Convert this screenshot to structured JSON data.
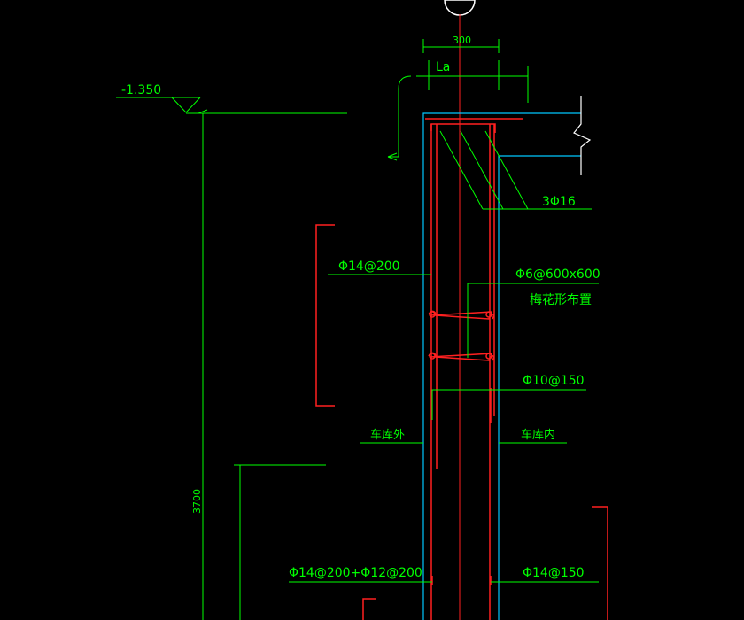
{
  "colors": {
    "background": "#000000",
    "annotation": "#00ff00",
    "rebar": "#ff2020",
    "wall_face": "#00c8ff",
    "breakline": "#ffffff"
  },
  "labels": {
    "elevation": "-1.350",
    "dim_300": "300",
    "dim_la": "La",
    "dim_3700": "3700",
    "top_bars": "3Φ16",
    "vert_bar_outer": "Φ14@200",
    "tie_bars": "Φ6@600x600",
    "tie_note": "梅花形布置",
    "horiz_bar": "Φ10@150",
    "outside": "车库外",
    "inside": "车库内",
    "bottom_outer": "Φ14@200+Φ12@200",
    "bottom_inner": "Φ14@150"
  }
}
